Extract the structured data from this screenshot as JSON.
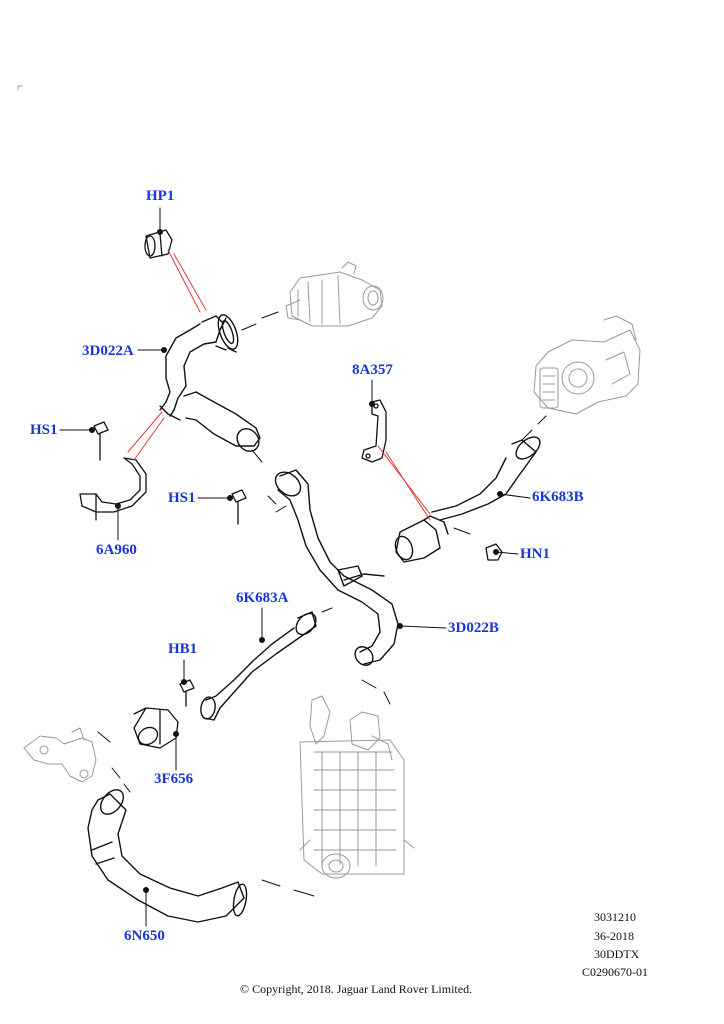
{
  "callouts": {
    "hp1": "HP1",
    "d3022a": "3D022A",
    "a8357": "8A357",
    "hs1_left": "HS1",
    "hs1_mid": "HS1",
    "k6683b": "6K683B",
    "a6960": "6A960",
    "hn1": "HN1",
    "k6683a": "6K683A",
    "d3022b": "3D022B",
    "hb1": "HB1",
    "f3656": "3F656",
    "n6650": "6N650"
  },
  "reference": {
    "line1": "3031210",
    "line2": "36-2018",
    "line3": "30DDTX",
    "line4": "C0290670-01"
  },
  "copyright": "© Copyright, 2018. Jaguar Land Rover Limited.",
  "colors": {
    "callout": "#1a35d6",
    "leader_red": "#e23b3b",
    "ghost_part": "#9a9a9a",
    "part_outline": "#111111"
  }
}
